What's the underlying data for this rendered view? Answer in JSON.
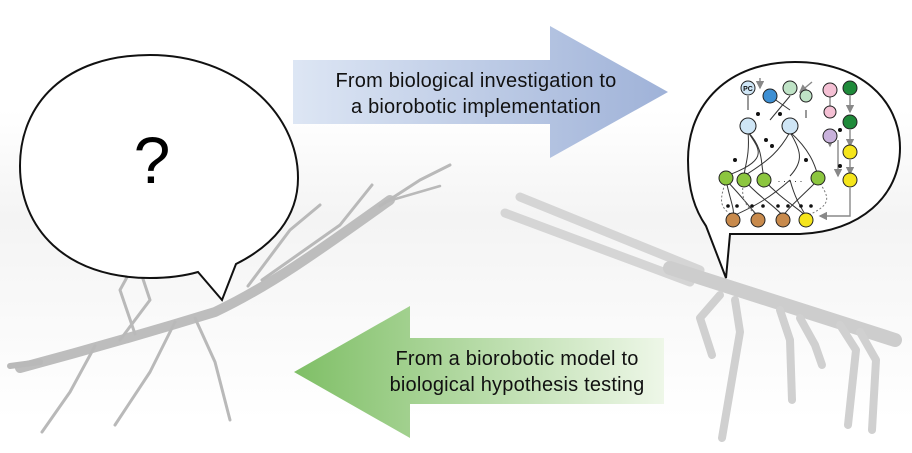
{
  "question": {
    "glyph": "?"
  },
  "top_arrow": {
    "line1": "From biological investigation to",
    "line2": "a biorobotic implementation",
    "color_from": "#dde6f4",
    "color_to": "#9fb2d8"
  },
  "bottom_arrow": {
    "line1": "From a biorobotic model to",
    "line2": "biological hypothesis testing",
    "color_from": "#7fbf66",
    "color_to": "#eef7e8"
  },
  "network": {
    "top_label": "PC",
    "dots": "· · · · ·",
    "node_colors": {
      "light_blue": "#cfe6f6",
      "blue": "#3d8fd3",
      "light_green": "#bfe3c6",
      "green": "#1f8a3a",
      "lime": "#8cc63f",
      "pink": "#f4c0d4",
      "lilac": "#c9b2dc",
      "yellow": "#f5e51b",
      "brown": "#c88a4c"
    }
  }
}
